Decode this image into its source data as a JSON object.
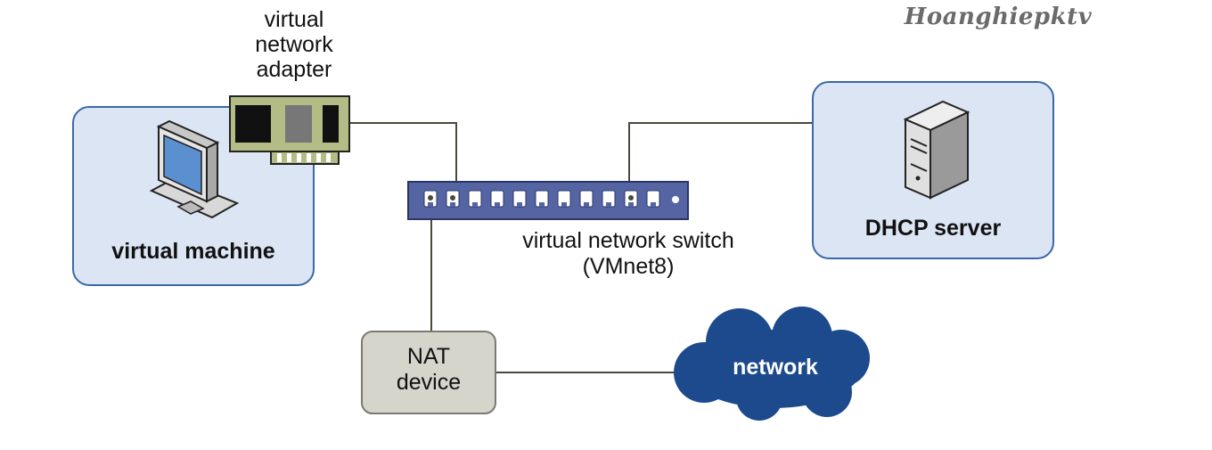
{
  "watermark": "Hoanghiepktv",
  "adapter": {
    "label": "virtual network adapter"
  },
  "vm": {
    "label": "virtual machine",
    "icon": "computer-monitor-icon"
  },
  "switch": {
    "label_line1": "virtual network switch",
    "label_line2": "(VMnet8)",
    "port_count": 11
  },
  "dhcp": {
    "label": "DHCP server",
    "icon": "server-tower-icon"
  },
  "nat": {
    "label_line1": "NAT",
    "label_line2": "device"
  },
  "network": {
    "label": "network",
    "icon": "cloud-icon"
  },
  "colors": {
    "box_fill": "#dce5f4",
    "box_stroke": "#3a68a8",
    "switch_fill": "#5565a3",
    "nat_fill": "#d6d5cc",
    "cloud_fill": "#1d4a8c",
    "line": "#4a4a3a",
    "card_green": "#b3bc85"
  }
}
